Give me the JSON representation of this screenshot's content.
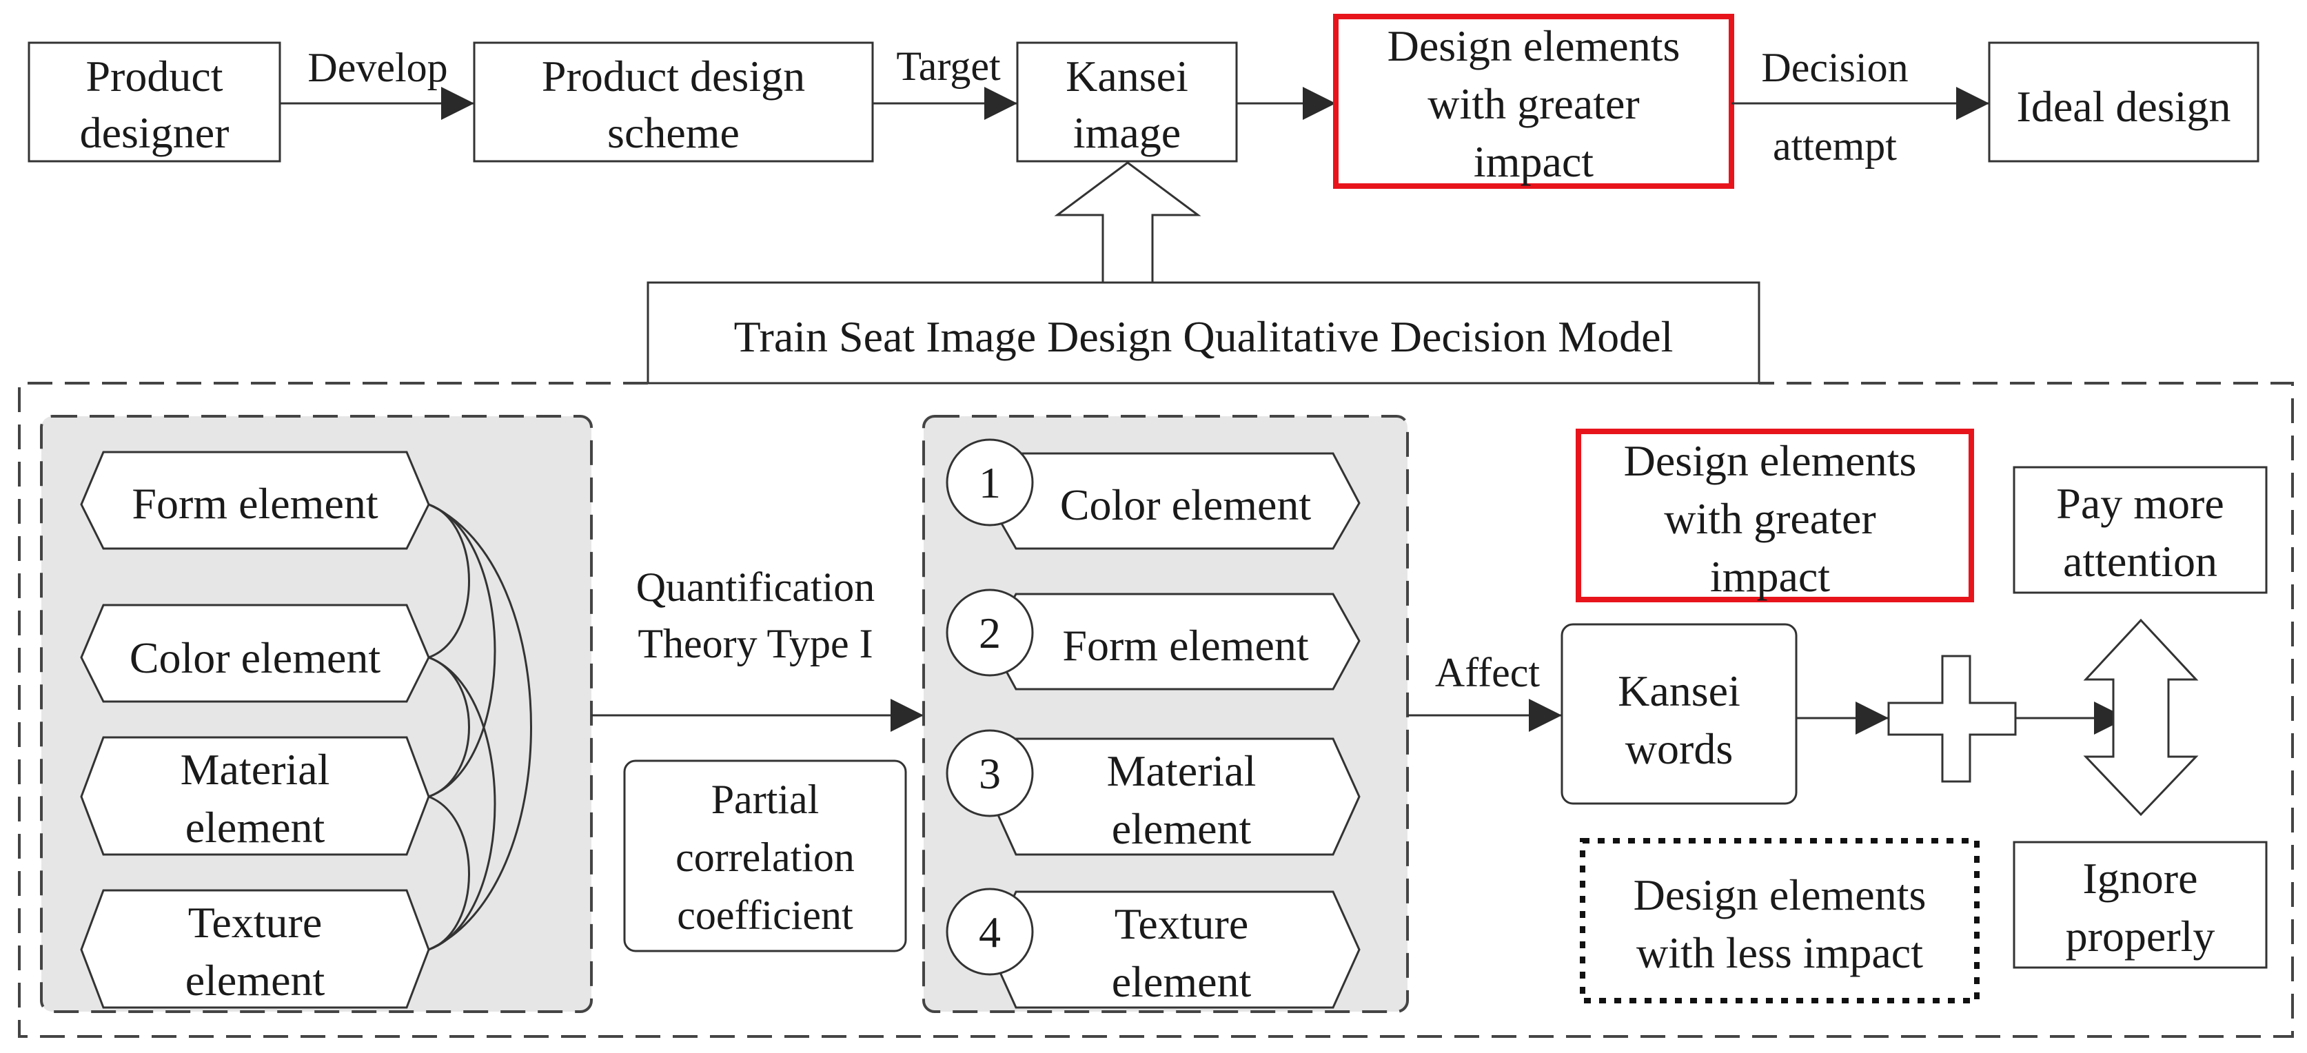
{
  "top_row": {
    "product_designer": [
      "Product",
      "designer"
    ],
    "develop": "Develop",
    "product_design_scheme": [
      "Product design",
      "scheme"
    ],
    "target": "Target",
    "kansei_image": [
      "Kansei",
      "image"
    ],
    "design_elements_greater": [
      "Design elements",
      "with greater",
      "impact"
    ],
    "decision": "Decision",
    "attempt": "attempt",
    "ideal_design": "Ideal design"
  },
  "model_title": "Train Seat Image Design Qualitative Decision Model",
  "left_group": {
    "form": [
      "Form element"
    ],
    "color": [
      "Color element"
    ],
    "material": [
      "Material",
      "element"
    ],
    "texture": [
      "Texture",
      "element"
    ]
  },
  "method": {
    "quantification": [
      "Quantification",
      "Theory Type I"
    ],
    "partial": [
      "Partial",
      "correlation",
      "coefficient"
    ]
  },
  "ranked_group": {
    "items": [
      {
        "rank": "1",
        "label": [
          "Color element"
        ]
      },
      {
        "rank": "2",
        "label": [
          "Form element"
        ]
      },
      {
        "rank": "3",
        "label": [
          "Material",
          "element"
        ]
      },
      {
        "rank": "4",
        "label": [
          "Texture",
          "element"
        ]
      }
    ]
  },
  "affect": "Affect",
  "kansei_words": [
    "Kansei",
    "words"
  ],
  "design_elements_greater_2": [
    "Design elements",
    "with greater",
    "impact"
  ],
  "design_elements_less": [
    "Design elements",
    "with less impact"
  ],
  "pay_more_attention": [
    "Pay more",
    "attention"
  ],
  "ignore_properly": [
    "Ignore",
    "properly"
  ],
  "colors": {
    "highlight": "#e8141c",
    "stroke": "#333333",
    "panel": "#e6e6e6"
  }
}
